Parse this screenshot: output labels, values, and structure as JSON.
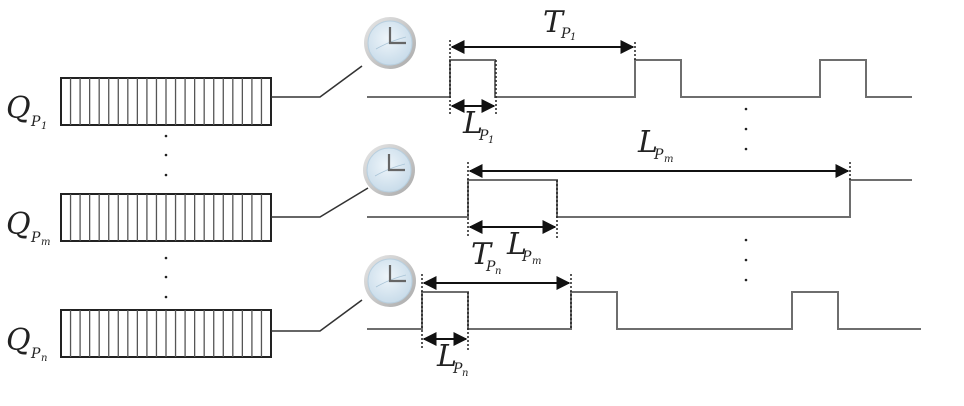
{
  "diagram": {
    "title": "",
    "queues": [
      {
        "id": "p1",
        "main": "Q",
        "sub": "P",
        "subsub": "1",
        "cells": 22
      },
      {
        "id": "pm",
        "main": "Q",
        "sub": "P",
        "subsub": "m",
        "cells": 22
      },
      {
        "id": "pn",
        "main": "Q",
        "sub": "P",
        "subsub": "n",
        "cells": 22
      }
    ],
    "clocks": [
      {
        "id": "p1",
        "icon": "clock-icon"
      },
      {
        "id": "pm",
        "icon": "clock-icon"
      },
      {
        "id": "pn",
        "icon": "clock-icon"
      }
    ],
    "labels": {
      "t_p1": {
        "main": "T",
        "sub": "P",
        "subsub": "1"
      },
      "l_p1": {
        "main": "L",
        "sub": "P",
        "subsub": "1"
      },
      "t_pm": {
        "main": "L",
        "sub": "P",
        "subsub": "m"
      },
      "l_pm": {
        "main": "L",
        "sub": "P",
        "subsub": "m"
      },
      "t_pn": {
        "main": "T",
        "sub": "P",
        "subsub": "n"
      },
      "l_pn": {
        "main": "L",
        "sub": "P",
        "subsub": "n"
      }
    },
    "ellipsis": "⋮",
    "colors": {
      "signal": "#6e6e6e",
      "clock_face": "#dbe9f3",
      "clock_rim": "#c9c9c9"
    }
  }
}
